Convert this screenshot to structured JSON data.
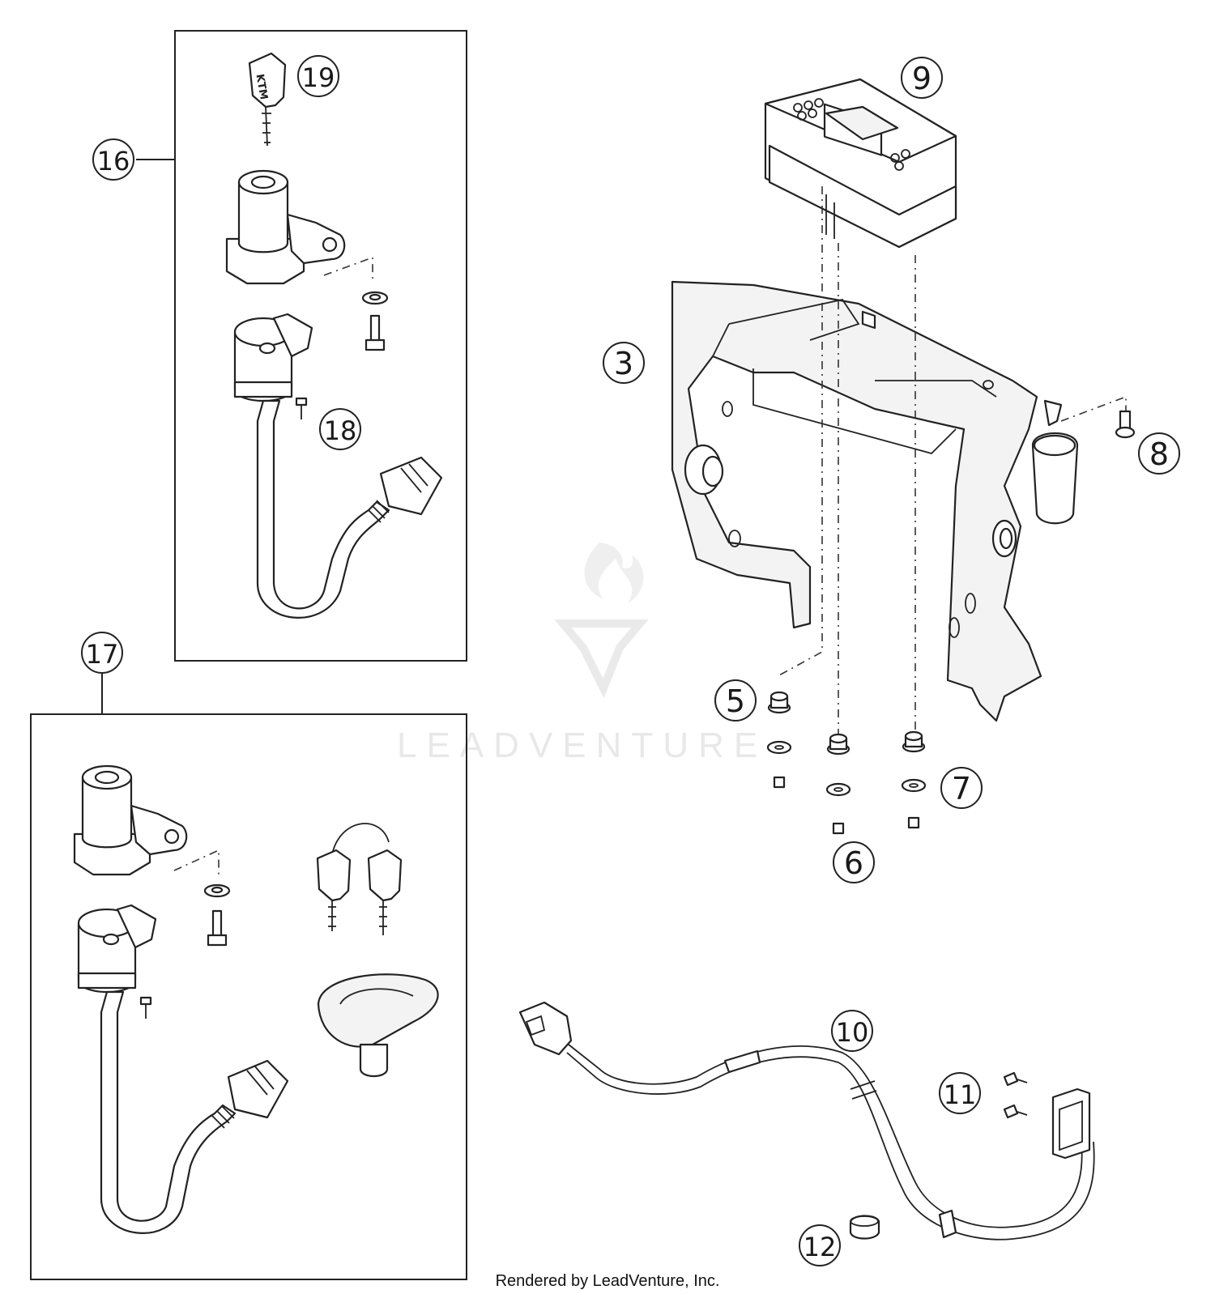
{
  "callouts": {
    "c3": "3",
    "c5": "5",
    "c6": "6",
    "c7": "7",
    "c8": "8",
    "c9": "9",
    "c10": "10",
    "c11": "11",
    "c12": "12",
    "c16": "16",
    "c17": "17",
    "c18": "18",
    "c19": "19"
  },
  "key_brand": "KTM",
  "watermark": "LEADVENTURE",
  "footer": "Rendered by LeadVenture, Inc."
}
